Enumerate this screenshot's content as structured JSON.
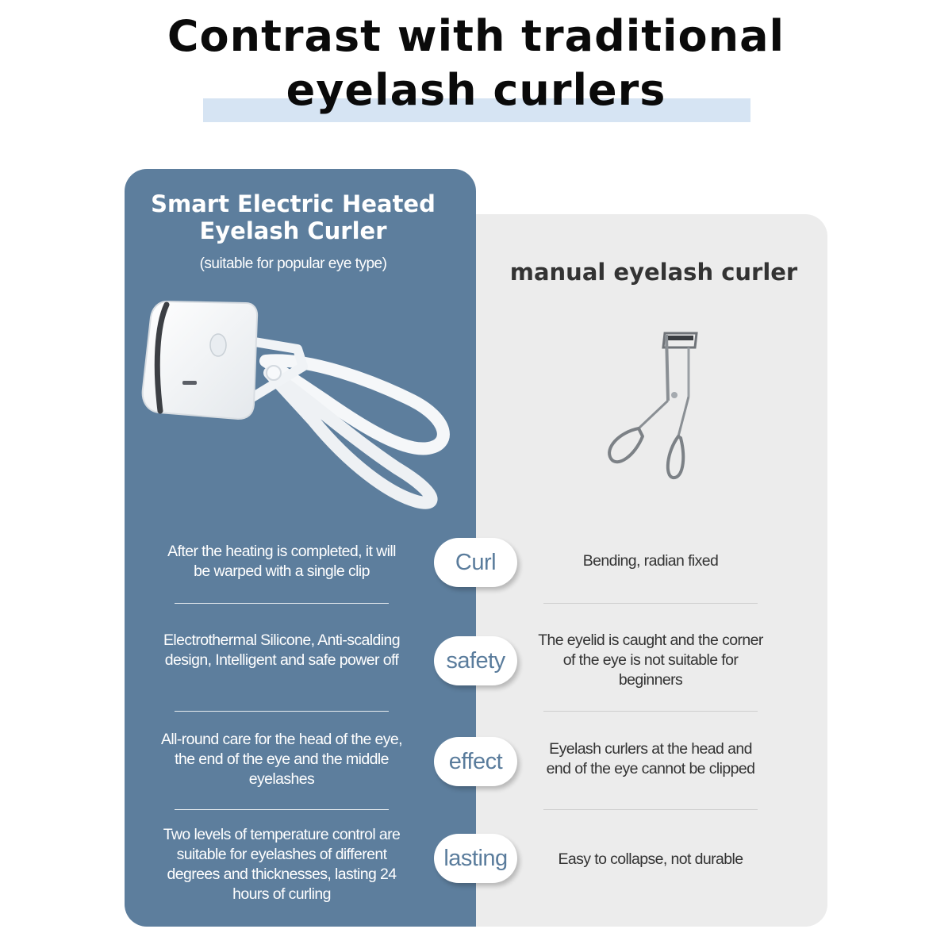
{
  "header": {
    "title_line1": "Contrast with traditional",
    "title_line2": "eyelash curlers"
  },
  "electric": {
    "title_line1": "Smart Electric Heated",
    "title_line2": "Eyelash Curler",
    "subtitle": "(suitable for popular eye type)"
  },
  "manual": {
    "title": "manual eyelash curler"
  },
  "comparison": [
    {
      "label": "Curl",
      "electric": "After the heating is completed, it will be warped with a single clip",
      "manual": "Bending, radian fixed"
    },
    {
      "label": "safety",
      "electric": "Electrothermal Silicone, Anti-scalding design, Intelligent and safe power off",
      "manual": "The eyelid is caught and the corner of the eye is not suitable for beginners"
    },
    {
      "label": "effect",
      "electric": "All-round care for the head of the eye, the end of the eye and the middle eyelashes",
      "manual": "Eyelash curlers at the head and end of the eye cannot be clipped"
    },
    {
      "label": "lasting",
      "electric": "Two levels of temperature control are suitable for eyelashes of different degrees and thicknesses, lasting 24 hours of curling",
      "manual": "Easy to collapse, not durable"
    }
  ],
  "colors": {
    "left_panel": "#5d7e9d",
    "right_panel": "#ececec",
    "title_highlight": "#d6e4f3",
    "pill_text": "#5a7c9c"
  }
}
